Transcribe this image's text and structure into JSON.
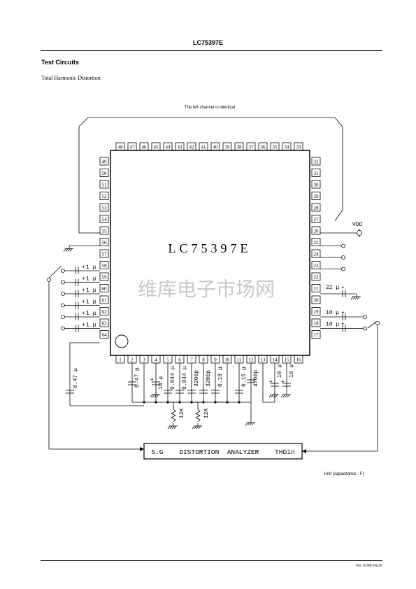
{
  "header": {
    "title": "LC75397E"
  },
  "section": {
    "title": "Test Circuits",
    "subtitle": "Total Harmonic Distortion"
  },
  "diagram": {
    "note": "The left channel is identical",
    "chip_name": "LC75397E",
    "pins_top": [
      "48",
      "47",
      "46",
      "45",
      "44",
      "43",
      "42",
      "41",
      "40",
      "39",
      "38",
      "37",
      "36",
      "35",
      "34",
      "33"
    ],
    "pins_left": [
      "49",
      "50",
      "51",
      "52",
      "53",
      "54",
      "55",
      "56",
      "57",
      "58",
      "59",
      "60",
      "61",
      "62",
      "63",
      "64"
    ],
    "pins_right": [
      "32",
      "31",
      "30",
      "29",
      "28",
      "27",
      "26",
      "25",
      "24",
      "23",
      "22",
      "21",
      "20",
      "19",
      "18",
      "17"
    ],
    "pins_bottom": [
      "1",
      "2",
      "3",
      "4",
      "5",
      "6",
      "7",
      "8",
      "9",
      "10",
      "11",
      "12",
      "13",
      "14",
      "15",
      "16"
    ],
    "vdd_label": "VDD",
    "input_caps": [
      "1 μ",
      "1 μ",
      "1 μ",
      "1 μ",
      "1 μ",
      "1 μ"
    ],
    "plus_sign": "+",
    "cap_22u": "22 μ",
    "cap_10u": "10 μ",
    "bottom_caps": [
      {
        "label": "0.47 μ"
      },
      {
        "label": "0.47 μ"
      },
      {
        "label": "10 μ"
      },
      {
        "label": "0.044 μ"
      },
      {
        "label": "0.044 μ"
      },
      {
        "label": "3200p"
      },
      {
        "label": "3200p"
      },
      {
        "label": "0.18 μ"
      },
      {
        "label": "0.15 μ"
      },
      {
        "label": "4700p"
      },
      {
        "label": "10 μ"
      },
      {
        "label": "10 μ"
      }
    ],
    "resistor_label": "12K",
    "analyzer_label": "S.G    DISTORTION  ANALYZER    THDin",
    "unit_note": "Unit (capacitance : F)",
    "watermark": "维库电子市场网"
  },
  "footer": {
    "text": "No. 6108-16/26"
  }
}
